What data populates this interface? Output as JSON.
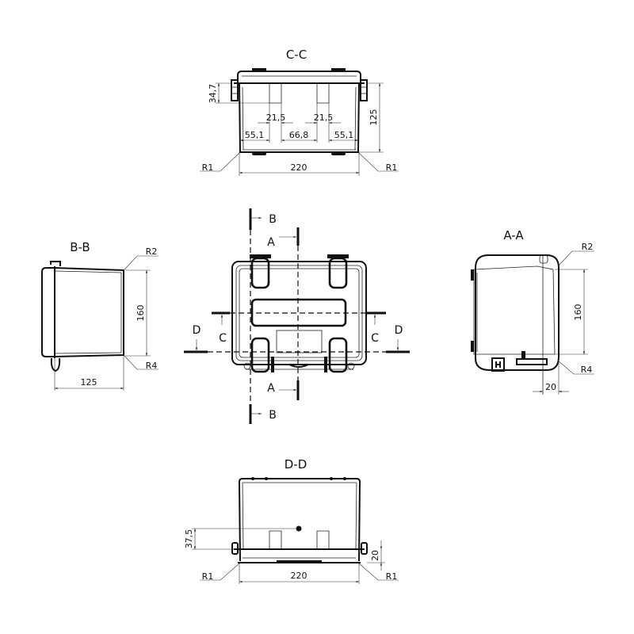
{
  "views": {
    "cc": {
      "title": "C-C",
      "lid_height": "34,7",
      "height": "125",
      "post_w_left": "21,5",
      "post_w_right": "21,5",
      "offset_left": "55,1",
      "post_gap": "66,8",
      "offset_right": "55,1",
      "width": "220",
      "radius_left": "R1",
      "radius_right": "R1"
    },
    "bb": {
      "title": "B-B",
      "radius_top": "R2",
      "radius_bottom": "R4",
      "height": "160",
      "depth": "125"
    },
    "aa": {
      "title": "A-A",
      "radius_top": "R2",
      "radius_bottom": "R4",
      "height": "160",
      "offset": "20"
    },
    "dd": {
      "title": "D-D",
      "post_height": "37,5",
      "base_height": "20",
      "width": "220",
      "radius_left": "R1",
      "radius_right": "R1"
    },
    "top": {
      "section_b_top": "B",
      "section_b_bottom": "B",
      "section_a_top": "A",
      "section_a_bottom": "A",
      "section_c_left": "C",
      "section_c_right": "C",
      "section_d_left": "D",
      "section_d_right": "D"
    }
  }
}
